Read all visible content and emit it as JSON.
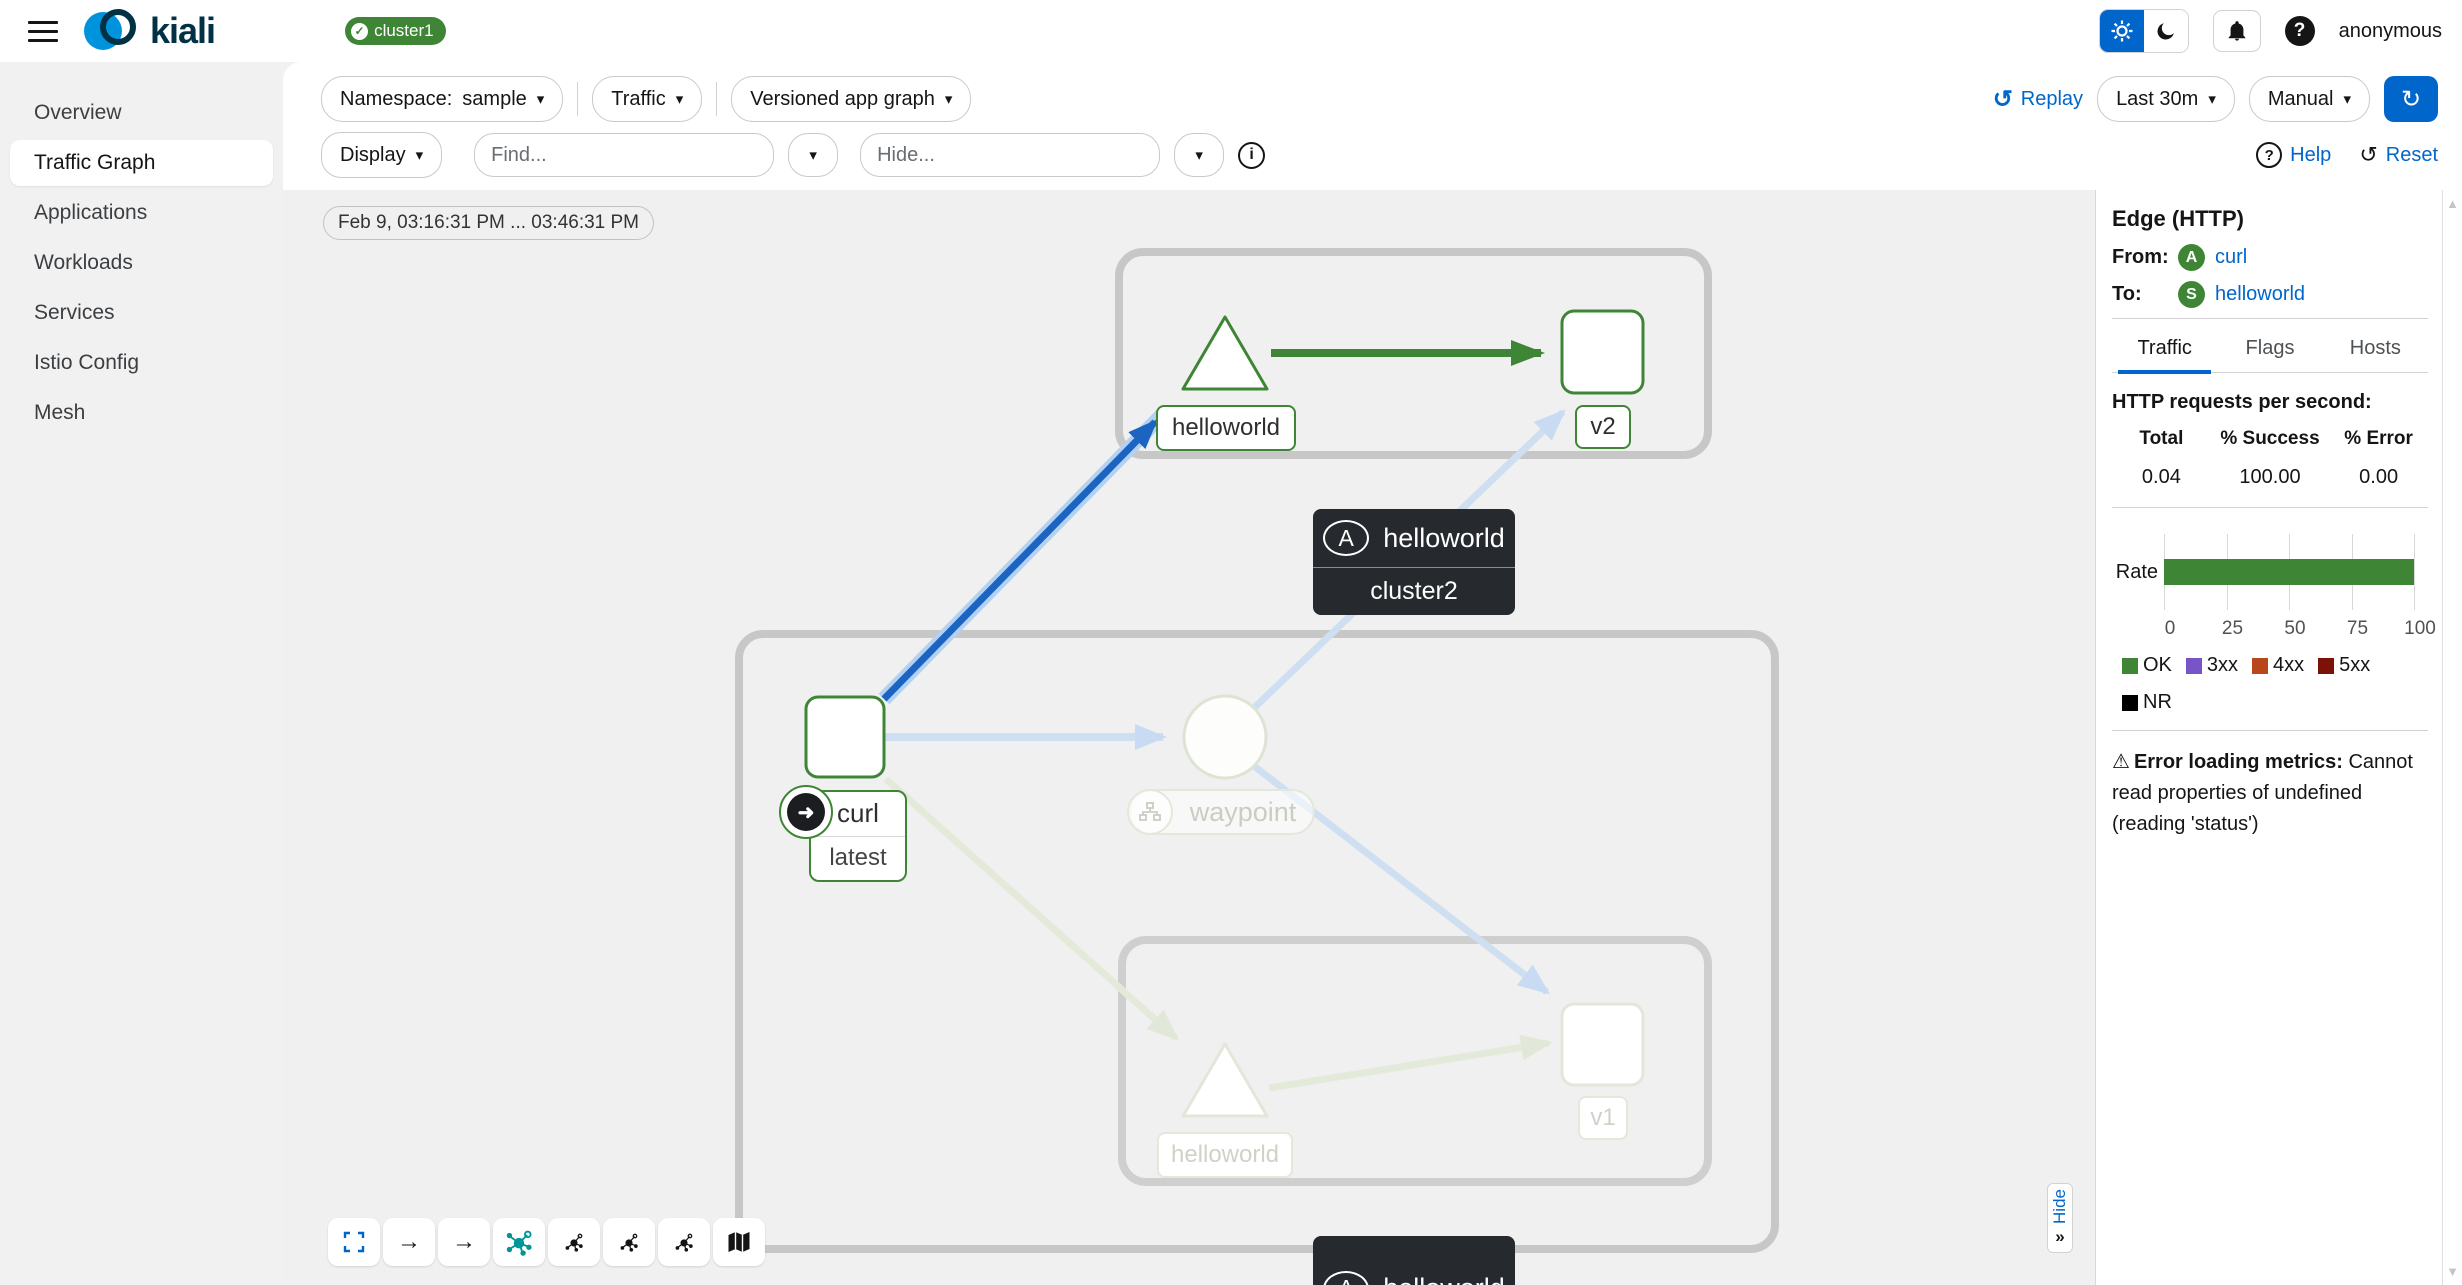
{
  "colors": {
    "brand_blue": "#0093dd",
    "brand_navy": "#013144",
    "active_blue": "#0066cc",
    "success_green": "#3e8635",
    "selected_edge_blue": "#1b64c2"
  },
  "masthead": {
    "brand": "kiali",
    "cluster_badge": "cluster1",
    "user": "anonymous"
  },
  "sidebar": {
    "items": [
      "Overview",
      "Traffic Graph",
      "Applications",
      "Workloads",
      "Services",
      "Istio Config",
      "Mesh"
    ]
  },
  "toolbar": {
    "namespace_label": "Namespace:",
    "namespace_value": "sample",
    "traffic_label": "Traffic",
    "graph_type_label": "Versioned app graph",
    "replay_label": "Replay",
    "duration_value": "Last 30m",
    "refresh_mode_value": "Manual",
    "display_label": "Display",
    "find_placeholder": "Find...",
    "hide_placeholder": "Hide...",
    "help_label": "Help",
    "reset_label": "Reset"
  },
  "graph": {
    "time_range": "Feb 9, 03:16:31 PM ... 03:46:31 PM",
    "hide_label": "Hide",
    "nodes": {
      "app_top": "helloworld",
      "v2": "v2",
      "curl": "curl",
      "curl_version": "latest",
      "waypoint": "waypoint",
      "app_bottom": "helloworld",
      "v1": "v1"
    },
    "tooltips": {
      "app_badge": "A",
      "app_label": "helloworld",
      "cluster_label": "cluster2",
      "bottom_badge": "A",
      "bottom_label": "helloworld"
    }
  },
  "side_panel": {
    "title": "Edge (HTTP)",
    "from_label": "From:",
    "from_badge": "A",
    "from_value": "curl",
    "to_label": "To:",
    "to_badge": "S",
    "to_value": "helloworld",
    "tabs": [
      "Traffic",
      "Flags",
      "Hosts"
    ],
    "active_tab": "Traffic",
    "rps_title": "HTTP requests per second:",
    "table": {
      "headers": [
        "Total",
        "% Success",
        "% Error"
      ],
      "values": [
        "0.04",
        "100.00",
        "0.00"
      ]
    },
    "error_title": "Error loading metrics:",
    "error_text": "Cannot read properties of undefined (reading 'status')"
  },
  "chart_data": {
    "type": "bar",
    "orientation": "horizontal",
    "title": "HTTP requests per second",
    "categories": [
      "Rate"
    ],
    "ylabel": "Rate",
    "series": [
      {
        "name": "OK",
        "color": "#3e8635",
        "values": [
          100
        ]
      },
      {
        "name": "3xx",
        "color": "#7755c8",
        "values": [
          0
        ]
      },
      {
        "name": "4xx",
        "color": "#b8481c",
        "values": [
          0
        ]
      },
      {
        "name": "5xx",
        "color": "#7d1007",
        "values": [
          0
        ]
      },
      {
        "name": "NR",
        "color": "#000000",
        "values": [
          0
        ]
      }
    ],
    "xlim": [
      0,
      100
    ],
    "xticks": [
      0,
      25,
      50,
      75,
      100
    ],
    "grid": true,
    "legend_position": "bottom"
  }
}
